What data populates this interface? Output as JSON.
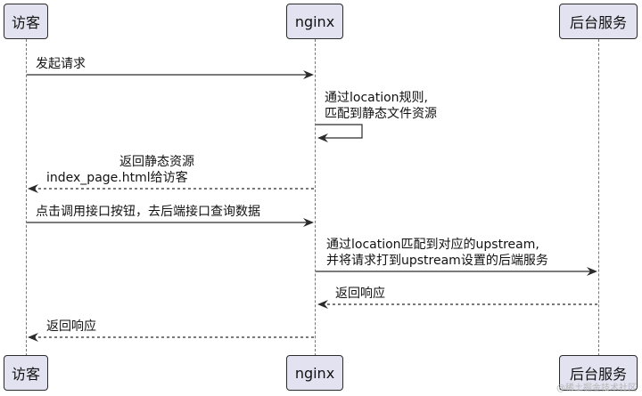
{
  "participants": {
    "visitor": "访客",
    "nginx": "nginx",
    "backend": "后台服务"
  },
  "messages": {
    "m1": "发起请求",
    "m2_line1": "通过location规则,",
    "m2_line2": "匹配到静态文件资源",
    "m3_line1": "返回静态资源",
    "m3_line2": "index_page.html给访客",
    "m4": "点击调用接口按钮，去后端接口查询数据",
    "m5_line1": "通过location匹配到对应的upstream,",
    "m5_line2": "并将请求打到upstream设置的后端服务",
    "m6": "返回响应",
    "m7": "返回响应"
  },
  "watermark": "@稀土掘金技术社区",
  "colors": {
    "participant_fill": "#e2e2f0",
    "line": "#2b2b2b",
    "lifeline": "#777777"
  }
}
